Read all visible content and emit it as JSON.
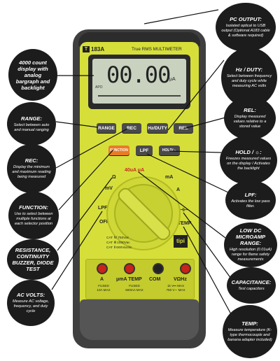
{
  "meter": {
    "brand": "183A",
    "model": "True RMS  MULTIMETER",
    "display_value": "00.00",
    "display_unit": "μA",
    "display_apo": "APO",
    "buttons": {
      "range": "RANGE",
      "rec": "REC",
      "hz_duty": "Hz/DUTY",
      "rel": "REL",
      "function": "FUNCTION",
      "lpf": "LPF",
      "hold": "HOLD/☼"
    },
    "dial": {
      "top": "40uA  μA",
      "ohm": "Ω",
      "mv": "mV",
      "ma": "mA",
      "a": "A",
      "lpf_v": "LPF V",
      "capacitance": "⊣⊢",
      "temp": "TEMP",
      "off": "OFF"
    },
    "cat_ratings": [
      "CAT Ⅳ  750Vac",
      "CAT Ⅲ  1000Vac",
      "CAT Ⅱ  600Vac/dc"
    ],
    "logo": "tipi",
    "jacks": {
      "labels": [
        "A",
        "μmA TEMP",
        "COM",
        "VΩHz"
      ],
      "fuse_left": "FUSED\n10A MAX",
      "fuse_mid": "FUSED\n500mA MAX",
      "fuse_right": "1k V⎓ MAX\n750 V∼ MAX"
    }
  },
  "callouts": {
    "pc_output": {
      "title": "PC OUTPUT:",
      "desc": "Isolated optical to USB output (Optional A183 cable & software required)"
    },
    "hz_duty": {
      "title": "Hz / DUTY:",
      "desc": "Select between frequency and duty cycle while measuring AC volts"
    },
    "display": {
      "title": "4000 count display with analog bargraph and backlight",
      "desc": ""
    },
    "range": {
      "title": "RANGE:",
      "desc": "Select between auto and manual ranging"
    },
    "rel": {
      "title": "REL:",
      "desc": "Display measured values relative to a stored value"
    },
    "rec": {
      "title": "REC:",
      "desc": "Display the minimum and maximum reading being measured"
    },
    "hold": {
      "title": "HOLD / ☼:",
      "desc": "Freezes measured values on the display / Activates the backlight"
    },
    "function": {
      "title": "FUNCTION:",
      "desc": "Use to select between multiple functions at each selector position"
    },
    "lpf": {
      "title": "LPF:",
      "desc": "Activates the low pass filter."
    },
    "resistance": {
      "title": "RESISTANCE, CONTINUITY BUZZER, DIODE TEST",
      "desc": ""
    },
    "low_dc": {
      "title": "LOW DC MICROAMP RANGE:",
      "desc": "High resolution (0.01uA) range for flame safety measurements"
    },
    "ac_volts": {
      "title": "AC VOLTS:",
      "desc": "Measure AC voltage, frequency, and duty cycle"
    },
    "capacitance": {
      "title": "CAPACITANCE:",
      "desc": "Test capacitors"
    },
    "temp": {
      "title": "TEMP:",
      "desc": "Measure temperature (K-type thermocouple and banana adapter included)"
    }
  },
  "colors": {
    "body": "#d6df3a",
    "callout": "#1c1c1c",
    "orange": "#e87c25"
  }
}
